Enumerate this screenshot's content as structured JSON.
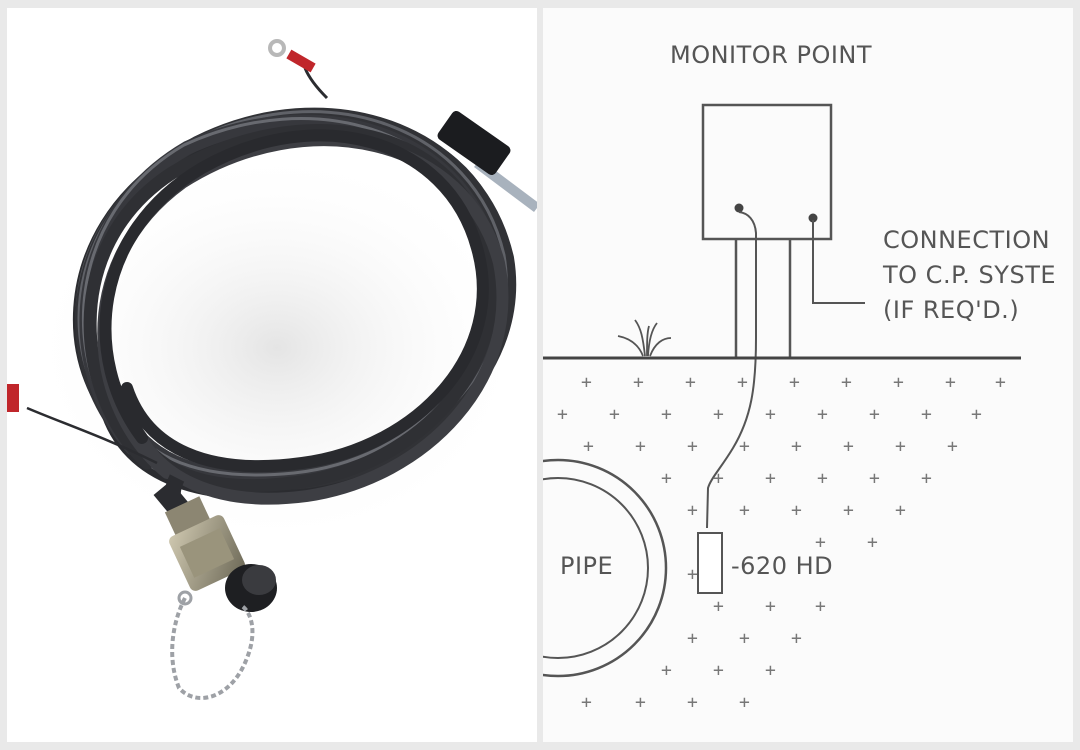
{
  "left_photo": {
    "subject": "coiled black cable with ring terminals, connector and dust cap on chain",
    "icon": "cable-photo"
  },
  "diagram": {
    "title": "MONITOR POINT",
    "connection_label_line1": "CONNECTION",
    "connection_label_line2": "TO C.P. SYSTE",
    "connection_label_line3": "(IF REQ'D.)",
    "pipe_label": "PIPE",
    "anode_label": "-620 HD",
    "colors": {
      "line": "#555555",
      "cable_jacket": "#3b3c40",
      "ring_terminal": "#c0262b"
    }
  }
}
